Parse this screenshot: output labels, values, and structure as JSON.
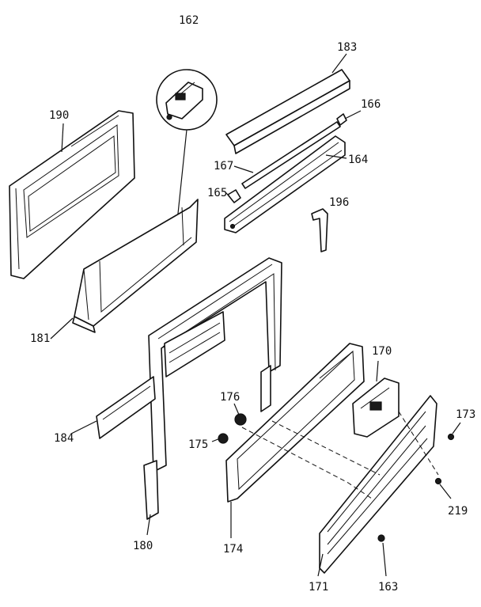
{
  "callouts": {
    "c162": "162",
    "c183": "183",
    "c190": "190",
    "c166": "166",
    "c167": "167",
    "c164": "164",
    "c165": "165",
    "c196": "196",
    "c181": "181",
    "c170": "170",
    "c176": "176",
    "c173": "173",
    "c184": "184",
    "c175": "175",
    "c219": "219",
    "c180": "180",
    "c174": "174",
    "c171": "171",
    "c163": "163"
  },
  "colors": {
    "ink": "#111111",
    "paper": "#ffffff"
  }
}
